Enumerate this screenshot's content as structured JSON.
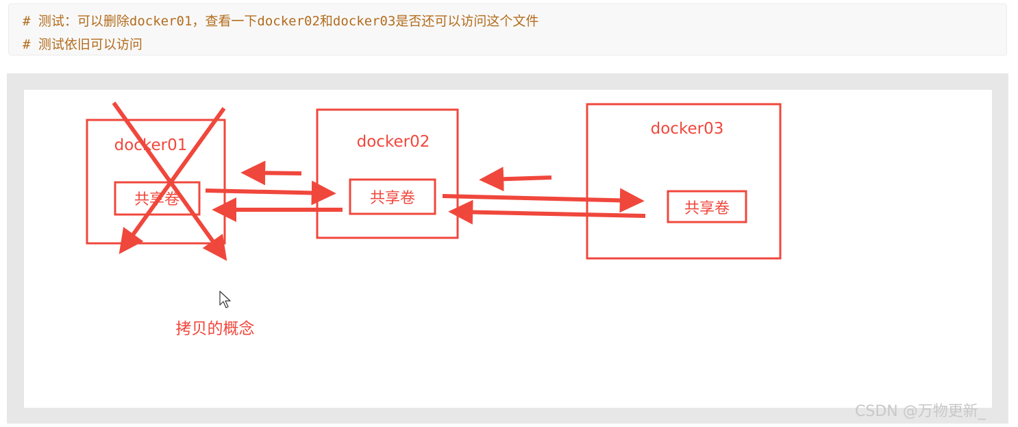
{
  "code": {
    "line1": "# 测试：可以删除docker01，查看一下docker02和docker03是否还可以访问这个文件",
    "line2": "# 测试依旧可以访问"
  },
  "diagram": {
    "containers": [
      {
        "name": "docker01",
        "volume": "共享卷"
      },
      {
        "name": "docker02",
        "volume": "共享卷"
      },
      {
        "name": "docker03",
        "volume": "共享卷"
      }
    ],
    "note": "拷贝的概念"
  },
  "watermark": "CSDN @万物更新_",
  "colors": {
    "diagram_red": "#f0473c",
    "code_text": "#b36c1d"
  }
}
